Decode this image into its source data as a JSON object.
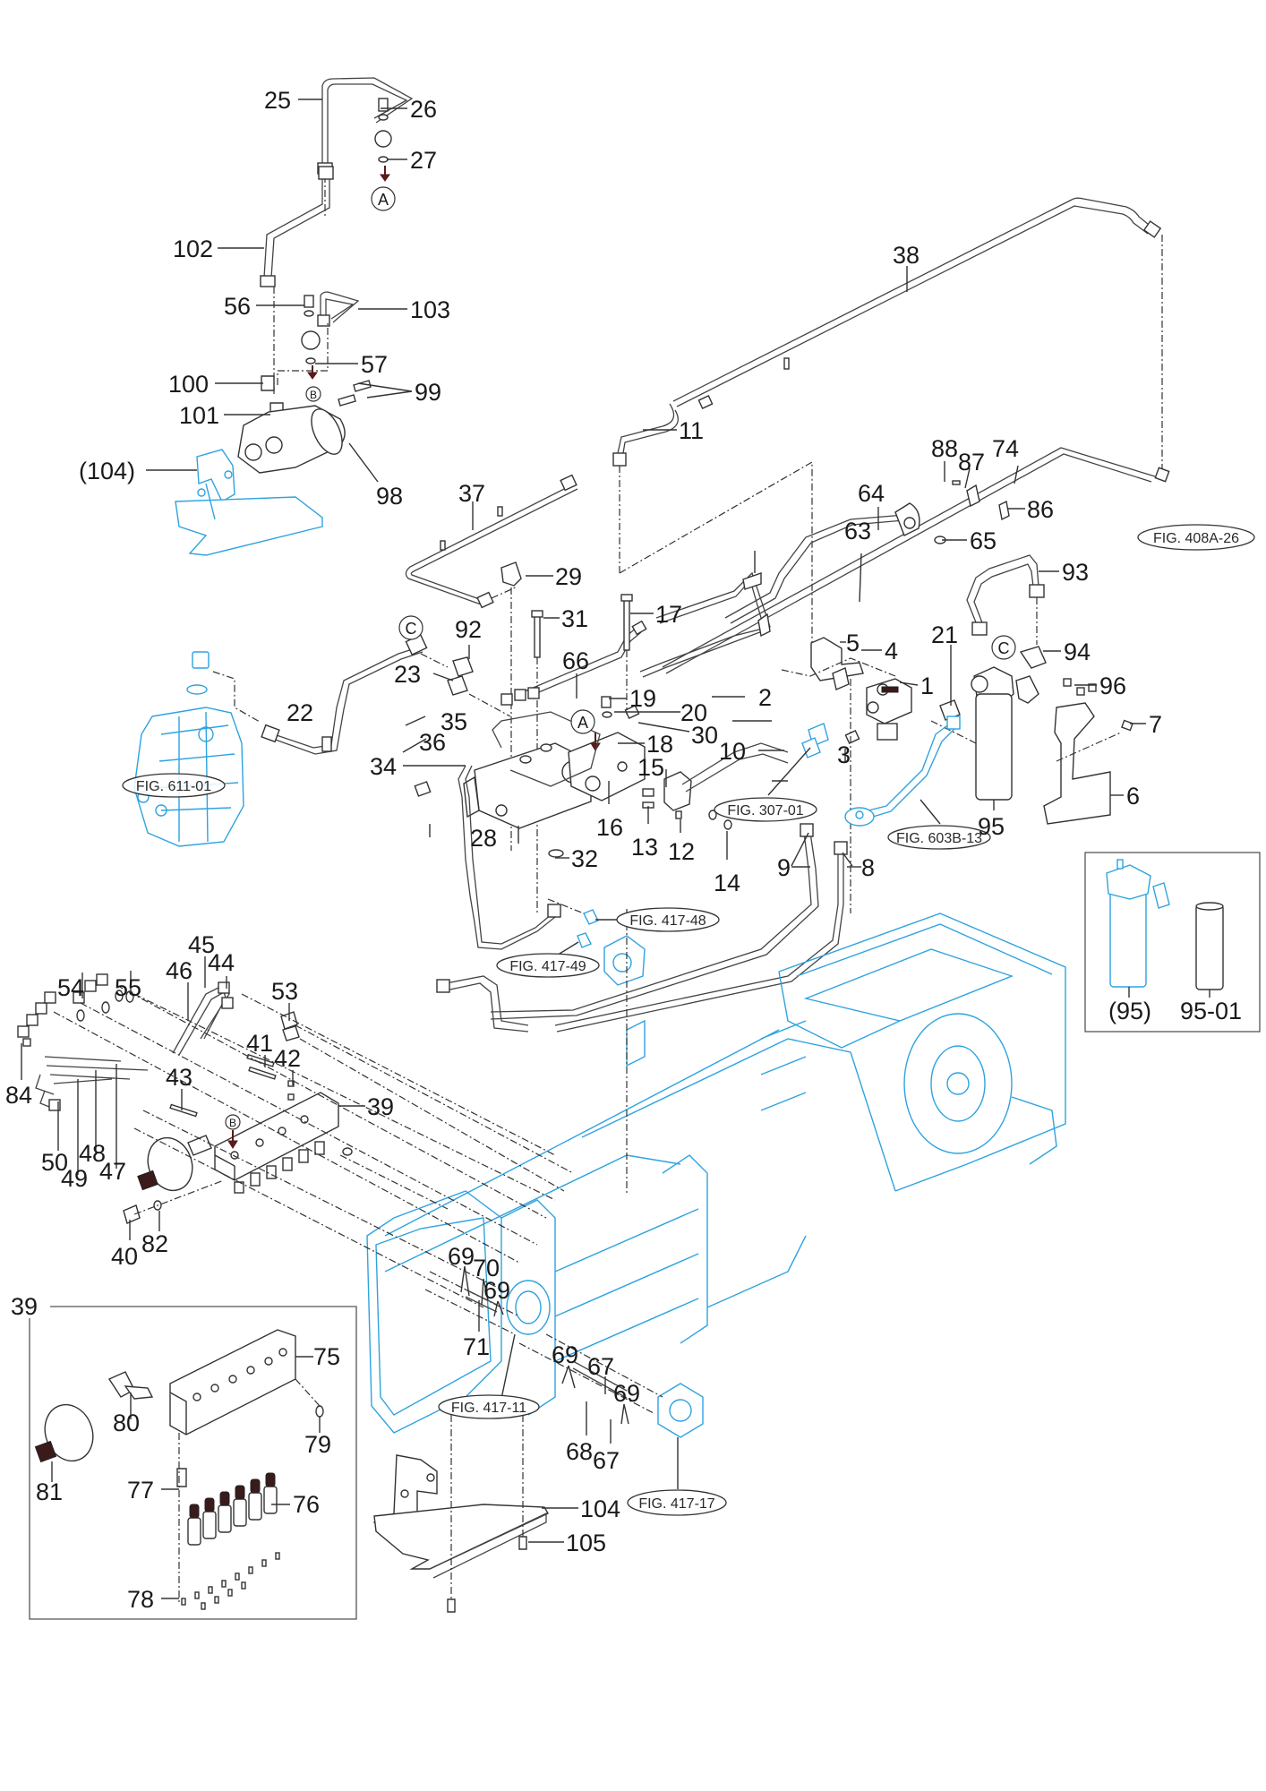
{
  "diagram": {
    "type": "exploded-parts-diagram",
    "colors": {
      "reference_parts": "#2ea3e0",
      "line_art": "#333333",
      "labels": "#1a1a1a",
      "arrow": "#5a1a1a"
    },
    "part_labels": {
      "p1": "1",
      "p2": "2",
      "p3": "3",
      "p4": "4",
      "p5": "5",
      "p6": "6",
      "p7": "7",
      "p8": "8",
      "p9": "9",
      "p10": "10",
      "p11": "11",
      "p12": "12",
      "p13": "13",
      "p14": "14",
      "p15": "15",
      "p16": "16",
      "p17": "17",
      "p18": "18",
      "p19": "19",
      "p20": "20",
      "p21": "21",
      "p22": "22",
      "p23": "23",
      "p25": "25",
      "p26": "26",
      "p27": "27",
      "p28": "28",
      "p29": "29",
      "p30": "30",
      "p31": "31",
      "p32": "32",
      "p34": "34",
      "p35": "35",
      "p36": "36",
      "p37": "37",
      "p38": "38",
      "p39": "39",
      "p40": "40",
      "p41": "41",
      "p42": "42",
      "p43": "43",
      "p44": "44",
      "p45": "45",
      "p46": "46",
      "p47": "47",
      "p48": "48",
      "p49": "49",
      "p50": "50",
      "p53": "53",
      "p54": "54",
      "p55": "55",
      "p56": "56",
      "p57": "57",
      "p63": "63",
      "p64": "64",
      "p65": "65",
      "p66": "66",
      "p67a": "67",
      "p67b": "67",
      "p68": "68",
      "p69a": "69",
      "p69b": "69",
      "p69c": "69",
      "p69d": "69",
      "p70": "70",
      "p71": "71",
      "p74": "74",
      "p75": "75",
      "p76": "76",
      "p77": "77",
      "p78": "78",
      "p79": "79",
      "p80": "80",
      "p81": "81",
      "p82": "82",
      "p84": "84",
      "p86": "86",
      "p87": "87",
      "p88": "88",
      "p92": "92",
      "p93": "93",
      "p94": "94",
      "p95": "95",
      "p96": "96",
      "p98": "98",
      "p99": "99",
      "p100": "100",
      "p101": "101",
      "p102": "102",
      "p103": "103",
      "p104_ref": "(104)",
      "p104": "104",
      "p105": "105",
      "p39_inset": "39"
    },
    "figure_references": {
      "fig_408a_26": "FIG. 408A-26",
      "fig_611_01": "FIG. 611-01",
      "fig_307_01": "FIG. 307-01",
      "fig_603b_13": "FIG. 603B-13",
      "fig_417_48": "FIG. 417-48",
      "fig_417_49": "FIG. 417-49",
      "fig_417_11": "FIG. 417-11",
      "fig_417_17": "FIG. 417-17"
    },
    "connection_markers": {
      "a_top": "A",
      "a_valve": "A",
      "b_top": "B",
      "b_manifold": "B",
      "c_hose": "C",
      "c_filter": "C"
    },
    "filter_inset": {
      "filter_assembly_label": "(95)",
      "filter_element_label": "95-01"
    }
  }
}
